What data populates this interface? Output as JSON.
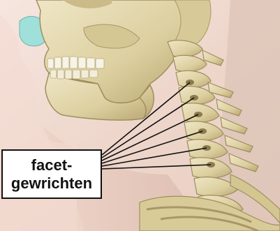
{
  "label": {
    "line1": "facet-",
    "line2": "gewrichten"
  },
  "colors": {
    "skin_background": "#f1ded5",
    "bone": "#e4d8b0",
    "bone_shadow": "#b9a97a",
    "nose_cartilage": "#9fe0da",
    "teeth": "#f7f3e6",
    "pointer_lines": "#111111"
  },
  "icons": [
    "skull-illustration",
    "cervical-spine-illustration",
    "clavicle-illustration"
  ]
}
